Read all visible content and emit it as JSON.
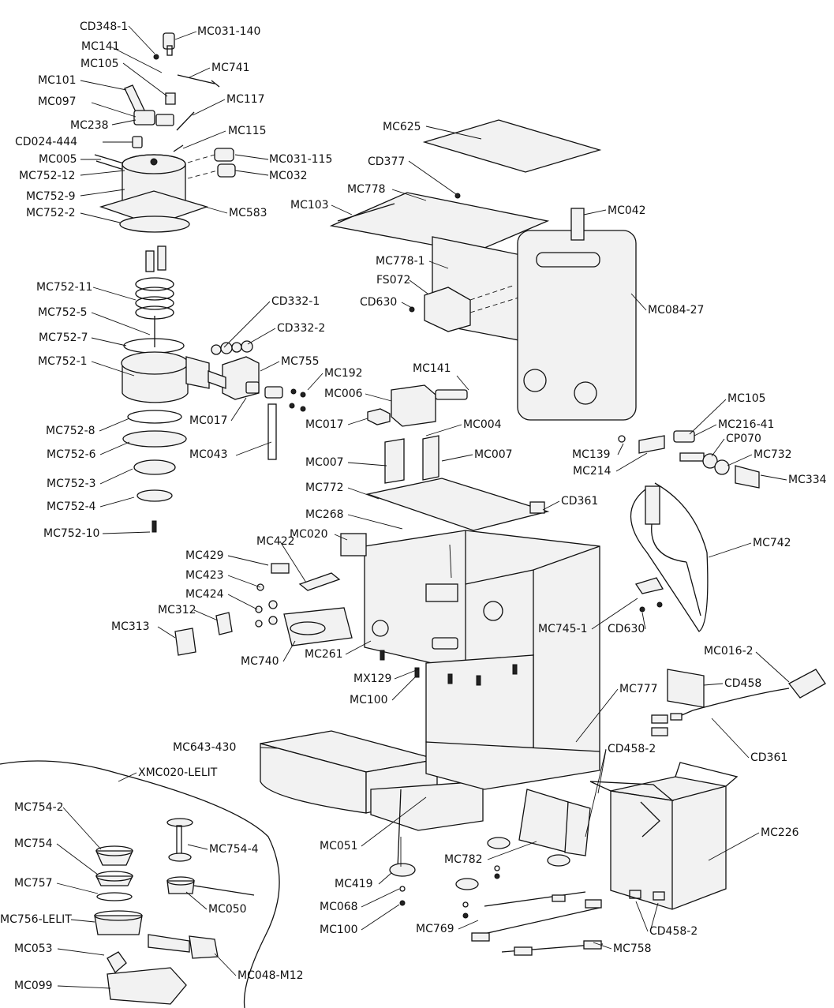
{
  "labels": [
    "CD348-1",
    "MC031-140",
    "MC141",
    "MC105",
    "MC741",
    "MC101",
    "MC117",
    "MC097",
    "MC238",
    "MC115",
    "CD024-444",
    "MC031-115",
    "MC005",
    "MC752-12",
    "MC032",
    "MC752-9",
    "MC752-2",
    "MC583",
    "MC625",
    "CD377",
    "MC778",
    "MC103",
    "MC042",
    "MC778-1",
    "FS072",
    "CD630",
    "MC084-27",
    "MC752-11",
    "CD332-1",
    "MC752-5",
    "CD332-2",
    "MC752-7",
    "MC752-1",
    "MC755",
    "MC141",
    "MC192",
    "MC006",
    "MC105",
    "MC017",
    "MC017",
    "MC004",
    "MC216-41",
    "MC752-8",
    "CP070",
    "MC043",
    "MC752-6",
    "MC139",
    "MC732",
    "MC007",
    "MC007",
    "MC214",
    "MC334",
    "MC752-3",
    "MC772",
    "CD361",
    "MC752-4",
    "MC268",
    "MC752-10",
    "MC020",
    "MC422",
    "MC742",
    "MC429",
    "MC423",
    "MC424",
    "MC312",
    "MC313",
    "MC745-1",
    "CD630",
    "MC016-2",
    "MC261",
    "MC740",
    "CD458",
    "MX129",
    "MC777",
    "MC100",
    "MC643-430",
    "CD458-2",
    "CD361",
    "XMC020-LELIT",
    "MC754-2",
    "MC226",
    "MC051",
    "MC754",
    "MC754-4",
    "MC782",
    "MC757",
    "MC419",
    "MC068",
    "MC050",
    "MC756-LELIT",
    "MC100",
    "MC769",
    "CD458-2",
    "MC758",
    "MC053",
    "MC048-M12",
    "MC099"
  ],
  "colors": {
    "ink": "#111111",
    "background": "#ffffff",
    "fill": "#f2f2f2"
  }
}
